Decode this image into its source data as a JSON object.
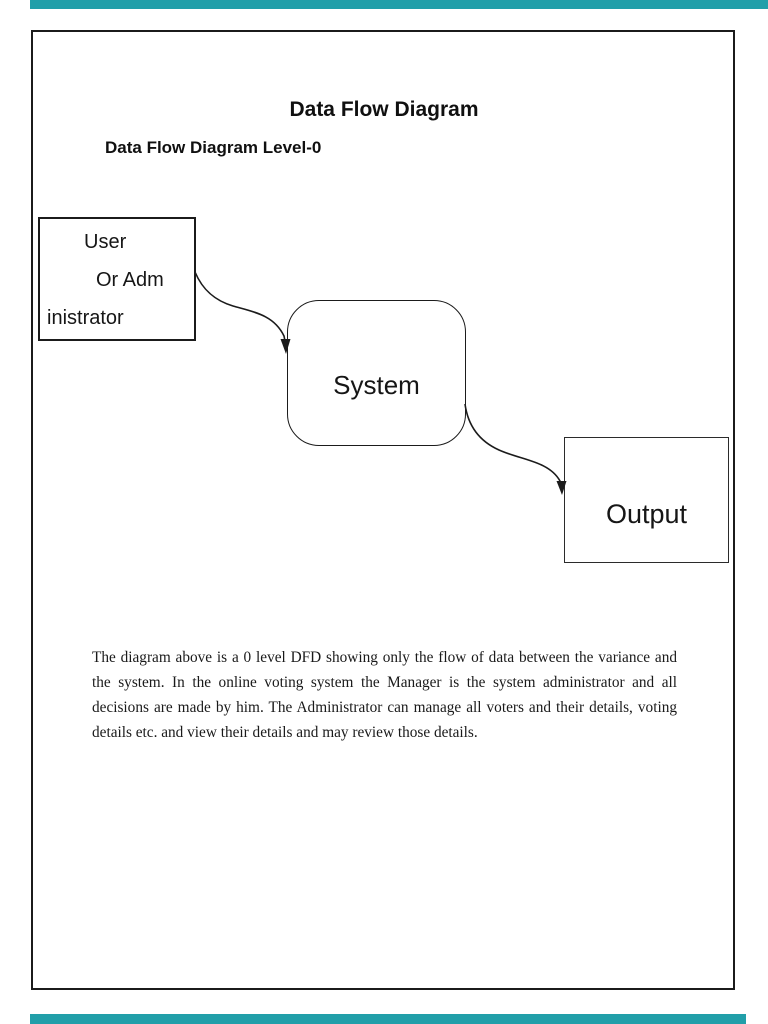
{
  "document": {
    "title": "Data Flow Diagram",
    "subtitle": "Data Flow Diagram Level-0",
    "body_paragraph": "The diagram above is a 0 level DFD showing only the flow of data between the variance and the system. In the online voting system the Manager is the system administrator and all decisions are made by him. The Administrator can manage all voters and their details, voting details etc. and view their details and may review those details."
  },
  "diagram": {
    "user_box": {
      "line1": "User",
      "line2": "Or Adm",
      "line3": "inistrator"
    },
    "system_box": {
      "label": "System"
    },
    "output_box": {
      "label": "Output"
    }
  },
  "colors": {
    "page_gap_teal": "#219fa9",
    "ink": "#1b1b1b"
  }
}
